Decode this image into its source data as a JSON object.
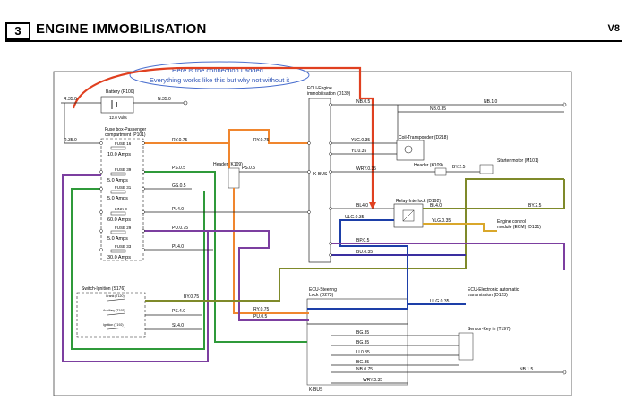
{
  "header": {
    "number": "3",
    "title": "ENGINE IMMOBILISATION",
    "code": "V8"
  },
  "annotation": {
    "line1": "Here is the connection I added .",
    "line2": "Everything works like this but why not without it"
  },
  "components": {
    "battery": {
      "name": "Battery (P100)",
      "rating": "12.0 Volts"
    },
    "fusebox": {
      "name1": "Fuse box-Passenger",
      "name2": "compartment (P101)"
    },
    "fuses": [
      {
        "name": "FUSE 16",
        "amps": "10.0 Amps"
      },
      {
        "name": "FUSE 39",
        "amps": "5.0 Amps"
      },
      {
        "name": "FUSE 31",
        "amps": "5.0 Amps"
      },
      {
        "name": "LINK 3",
        "amps": "60.0 Amps"
      },
      {
        "name": "FUSE 29",
        "amps": "5.0 Amps"
      },
      {
        "name": "FUSE 33",
        "amps": "30.0 Amps"
      }
    ],
    "ecu_engine": {
      "name1": "ECU-Engine",
      "name2": "immobilisation (D139)"
    },
    "coil": {
      "name": "Coil-Transponder (D218)"
    },
    "header_k109_right": {
      "name": "Header (K109)"
    },
    "header_k109_left": {
      "name": "Header (K109)"
    },
    "starter": {
      "name": "Starter motor (M101)"
    },
    "relay": {
      "name": "Relay-Interlock (D192)"
    },
    "ecm": {
      "name1": "Engine control",
      "name2": "module (ECM) (D131)"
    },
    "switch_ignition": {
      "name": "Switch-Ignition (S176)",
      "pos1": "Crank (T120)",
      "pos2": "Auxiliary (T192)",
      "pos3": "Ignition (T192)"
    },
    "ecu_steering": {
      "name1": "ECU-Steering",
      "name2": "Lock (D273)"
    },
    "ecu_trans": {
      "name1": "ECU-Electronic automatic",
      "name2": "transmission (D123)"
    },
    "sensor_key": {
      "name": "Sensor-Key in (T197)"
    },
    "kbus_label": "K-BUS",
    "kbus_label_bottom": "K-BUS"
  },
  "wires": {
    "w_rs": "R.35.0",
    "w_nb_bat": "N.35.0",
    "w_rs2": "R.35.0",
    "w_ry1": "RY.0.75",
    "w_ry2": "RY.0.75",
    "w_ry3": "RY.0.75",
    "w_ps": "PS.0.5",
    "w_ps2": "PS.0.5",
    "w_gs": "GS.0.5",
    "w_pl": "PL4.0",
    "w_pu": "PU.0.75",
    "w_pl2": "PL4.0",
    "w_by": "BY.0.75",
    "w_ps3": "PS.4.0",
    "w_sl": "SL4.0",
    "w_nb1": "NB.0.5",
    "w_nb2": "NB.1.0",
    "w_nb3": "NB.0.35",
    "w_nb4": "NB.0.35",
    "w_ylg": "YLG.0.35",
    "w_yl": "YL.0.35",
    "w_wry": "WRY.0.35",
    "w_by2": "BY.2.5",
    "w_bl": "BL4.0",
    "w_bl2": "BL4.0",
    "w_by3": "BY.2.5",
    "w_ulg": "ULG.0.35",
    "w_ylgs": "YLG.0.35",
    "w_bp": "BP.0.5",
    "w_bu": "BU.0.35",
    "w_ry4": "RY.0.75",
    "w_pu2": "PU.0.5",
    "w_ulg2": "ULG.0.35",
    "w_bg": "BG.35",
    "w_bg2": "BG.35",
    "w_ulg3": "U.0.35",
    "w_bg3": "BG.35",
    "w_nb5": "NB.0.75",
    "w_nb6": "NB.1.5",
    "w_wry2": "WRY.0.35"
  }
}
